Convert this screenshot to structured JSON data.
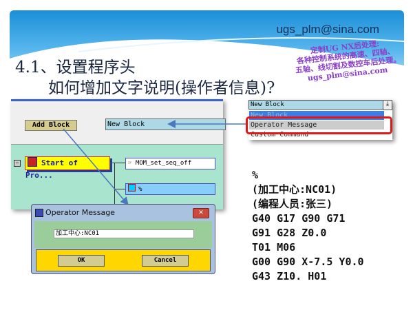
{
  "header": {
    "email": "ugs_plm@sina.com",
    "watermark": [
      "定制UG NX后处理:",
      "各种控制系统的高速、四轴、",
      "五轴、线切割及数控车后处理。",
      "ugs_plm@sina.com"
    ]
  },
  "title": {
    "line1": "4.1、设置程序头",
    "line2": "如何增加文字说明(操作者信息)?"
  },
  "app": {
    "add_block": "Add Block",
    "new_block_field": "New Block",
    "tree": {
      "root": "Start of Pro...",
      "nodes": [
        "MOM_set_seq_off",
        "%"
      ]
    }
  },
  "dropdown": {
    "selected": "New Block",
    "items": [
      "New Block",
      "Operator Message",
      "Custom Command"
    ]
  },
  "dialog": {
    "title": "Operator Message",
    "input_value": "加工中心:NC01",
    "ok": "OK",
    "cancel": "Cancel",
    "close": "✕"
  },
  "code_lines": [
    "%",
    "(加工中心:NC01)",
    "(编程人员:张三)",
    "G40 G17 G90 G71",
    "G91 G28 Z0.0",
    "T01 M06",
    "G00 G90 X-7.5 Y0.0",
    "G43 Z10. H01"
  ],
  "colors": {
    "highlight": "#e01818",
    "arrow": "#4a78c0"
  }
}
